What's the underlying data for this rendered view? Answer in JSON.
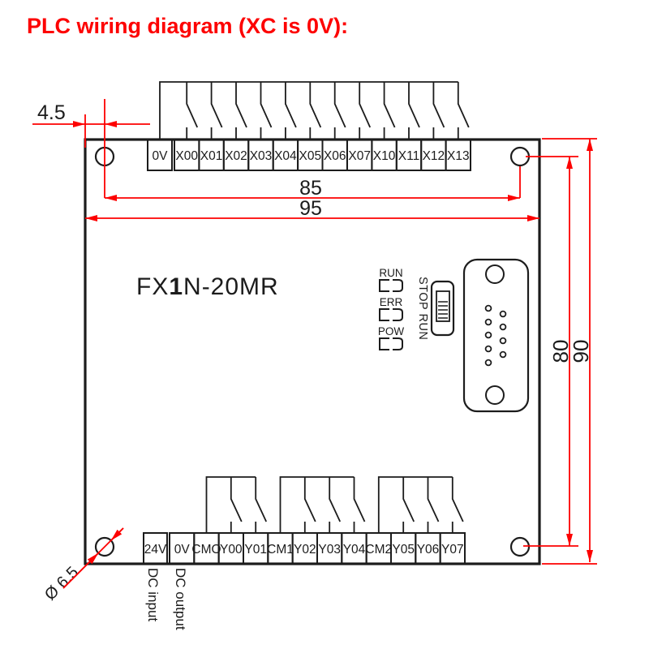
{
  "title": "PLC wiring diagram (XC is 0V):",
  "model": {
    "prefix": "FX",
    "bold": "1",
    "suffix": "N-20MR"
  },
  "dimensions": {
    "hole_offset": "4.5",
    "hole_pitch_h": "85",
    "board_width": "95",
    "hole_pitch_v": "80",
    "board_height": "90",
    "hole_diameter": "Ø 6.5"
  },
  "top_terminals": [
    "0V",
    "X00",
    "X01",
    "X02",
    "X03",
    "X04",
    "X05",
    "X06",
    "X07",
    "X10",
    "X11",
    "X12",
    "X13"
  ],
  "bottom_terminals": [
    "24V",
    "0V",
    "CMO",
    "Y00",
    "Y01",
    "CM1",
    "Y02",
    "Y03",
    "Y04",
    "CM2",
    "Y05",
    "Y06",
    "Y07"
  ],
  "indicators": [
    {
      "label": "RUN"
    },
    {
      "label": "ERR"
    },
    {
      "label": "POW"
    }
  ],
  "mode_switch_label": "STOP RUN",
  "power_labels": {
    "dc_input": "DC input",
    "dc_output": "DC output"
  },
  "colors": {
    "dimension_red": "#fd0000",
    "title_red": "#fd0000",
    "line_black": "#1c1c1c"
  }
}
